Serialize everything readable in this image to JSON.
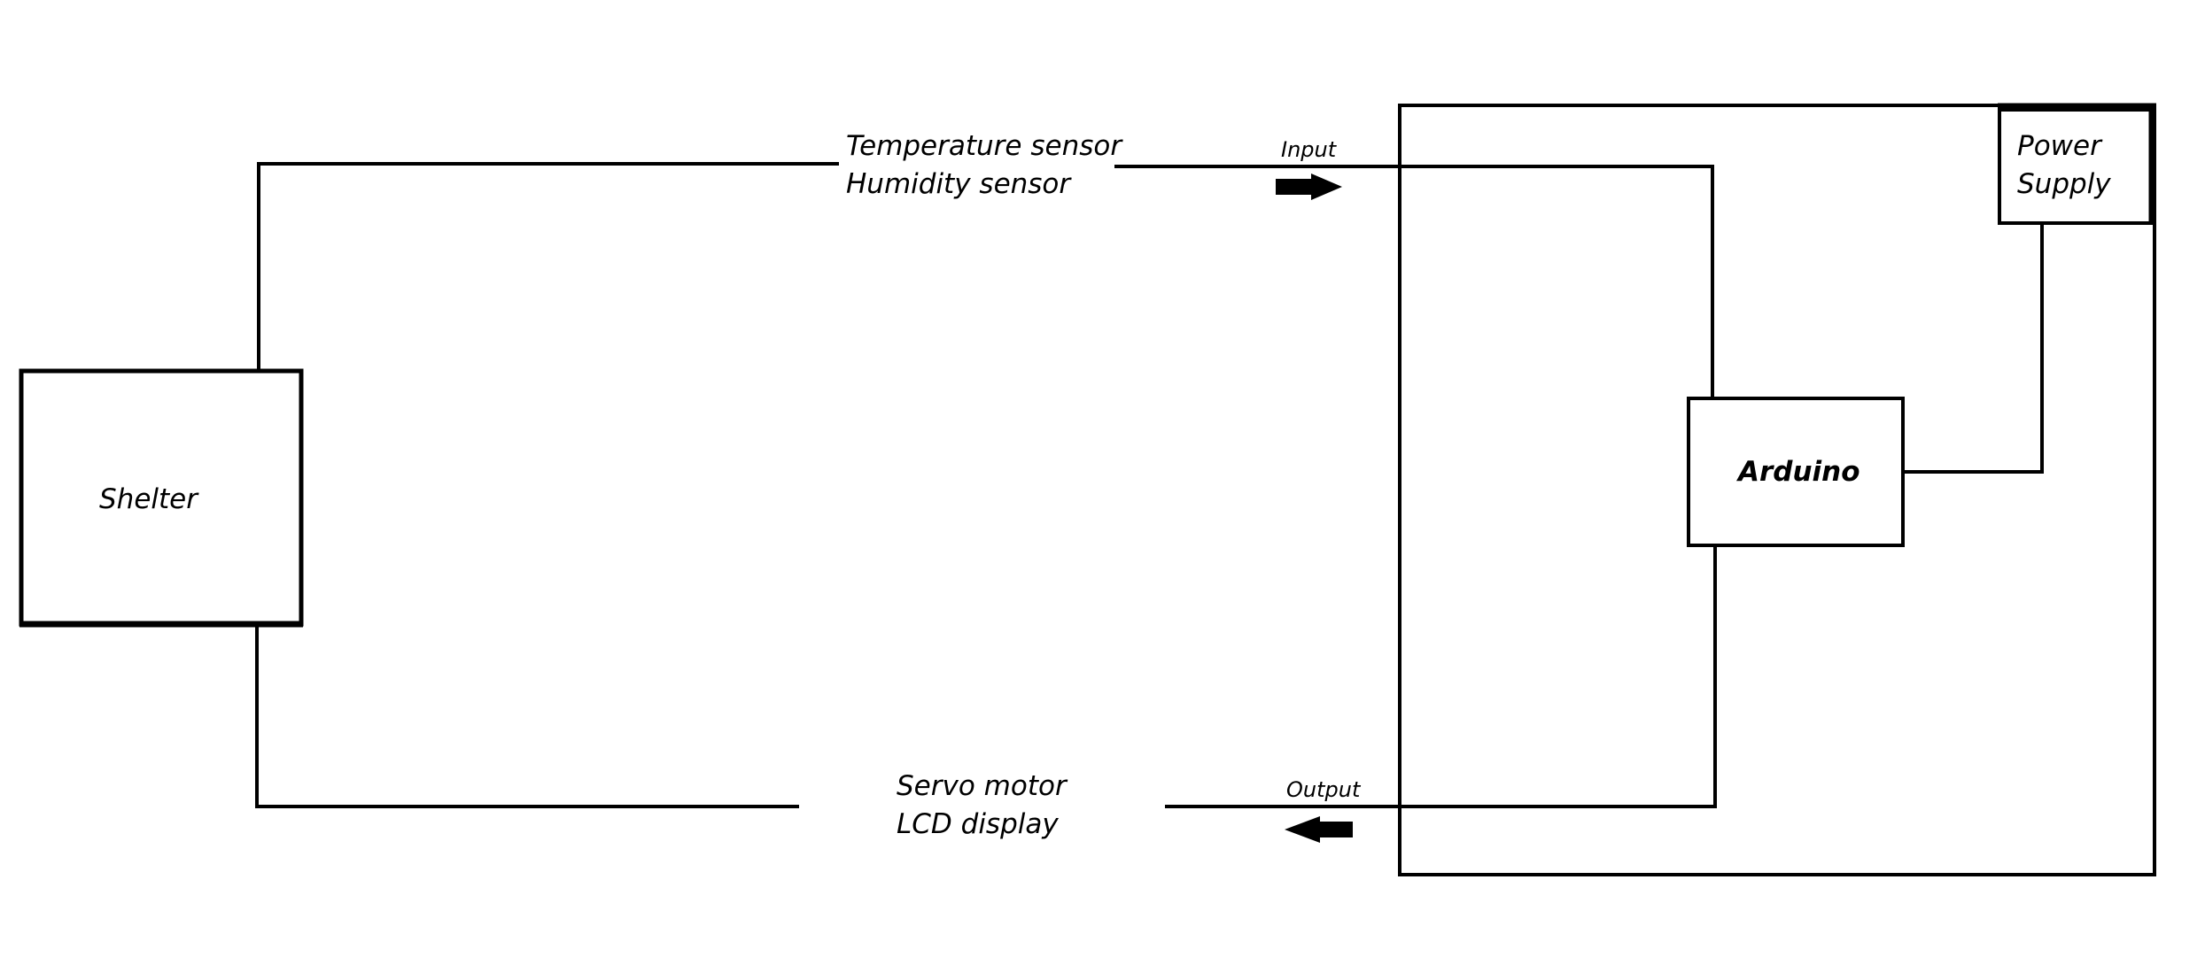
{
  "diagram": {
    "blocks": {
      "shelter": "Shelter",
      "arduino": "Arduino",
      "power_supply_line1": "Power",
      "power_supply_line2": "Supply"
    },
    "inputs": {
      "line1": "Temperature sensor",
      "line2": "Humidity sensor",
      "direction_label": "Input"
    },
    "outputs": {
      "line1": "Servo motor",
      "line2": "LCD display",
      "direction_label": "Output"
    },
    "colors": {
      "stroke": "#000000",
      "background": "#ffffff"
    },
    "icons": {
      "input_arrow": "arrow-right-icon",
      "output_arrow": "arrow-left-icon"
    }
  }
}
